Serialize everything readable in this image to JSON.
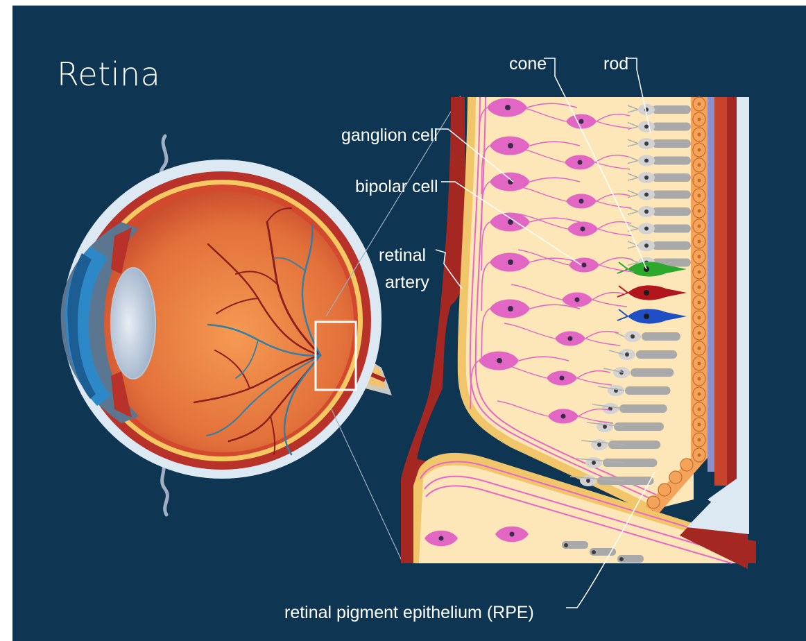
{
  "title": "Retina",
  "labels": {
    "cone": "cone",
    "rod": "rod",
    "ganglion": "ganglion cell",
    "bipolar": "bipolar cell",
    "artery_line1": "retinal",
    "artery_line2": "artery",
    "rpe": "retinal pigment epithelium (RPE)"
  },
  "colors": {
    "background": "#0e3552",
    "ganglion_cell": "#e266c4",
    "retina_tissue": "#fde7b8",
    "choroid": "#a52722",
    "rpe_cells": "#f3a35a",
    "rod_cells": "#a9a9a9",
    "cone_green": "#2ca82d",
    "cone_red": "#b0161b",
    "cone_blue": "#1f4fc4"
  }
}
